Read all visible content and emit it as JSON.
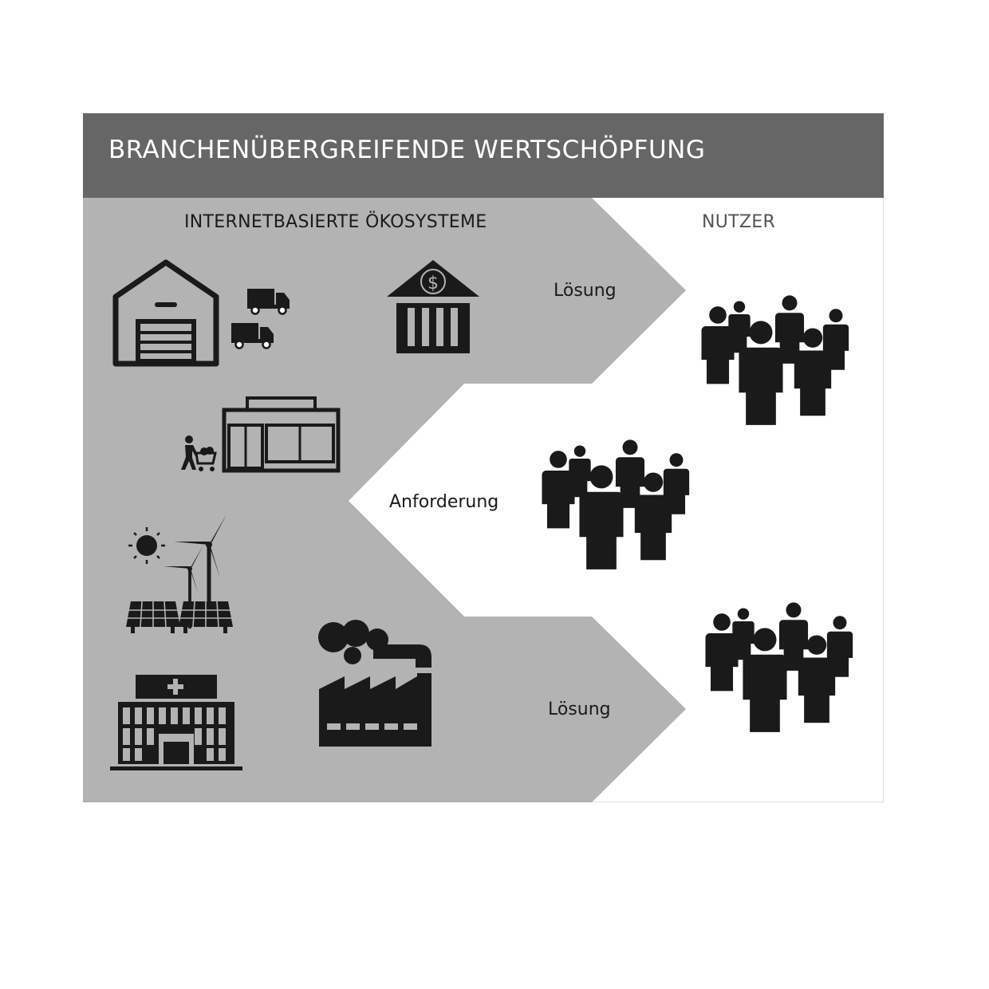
{
  "title": "BRANCHENÜBERGREIFENDE WERTSCHÖPFUNG",
  "left_heading": "INTERNETBASIERTE ÖKOSYSTEME",
  "right_heading": "NUTZER",
  "flows": {
    "top": "Lösung",
    "middle": "Anforderung",
    "bottom": "Lösung"
  },
  "colors": {
    "header": "#666666",
    "ecosystem_area": "#b3b3b3",
    "icon": "#1a1a1a",
    "background": "#ffffff"
  },
  "icons": {
    "ecosystems": [
      "warehouse-icon",
      "delivery-trucks-icon",
      "bank-icon",
      "store-icon",
      "shopper-icon",
      "renewable-energy-icon",
      "hospital-icon",
      "factory-icon"
    ],
    "users": [
      "user-group-icon",
      "user-group-icon",
      "user-group-icon"
    ]
  }
}
